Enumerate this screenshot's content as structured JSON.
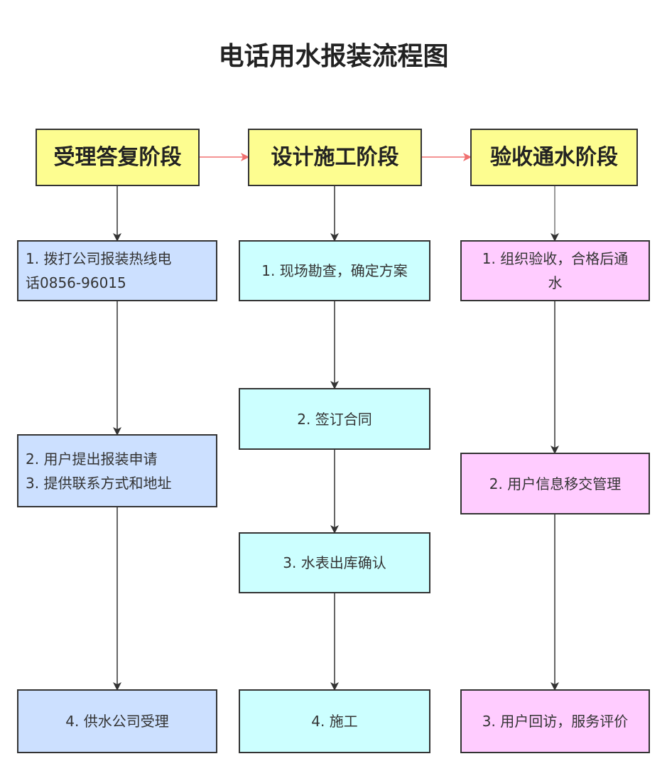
{
  "title": "电话用水报装流程图",
  "colors": {
    "header_fill": "#fdfd90",
    "col1_fill": "#cce0ff",
    "col2_fill": "#ccffff",
    "col3_fill": "#ffccff",
    "stage_arrow": "#f07070",
    "step_arrow": "#333333"
  },
  "stages": [
    {
      "header": "受理答复阶段",
      "steps": [
        "1. 拨打公司报装热线电\n话0856-96015",
        "2. 用户提出报装申请\n3. 提供联系方式和地址",
        "4. 供水公司受理"
      ]
    },
    {
      "header": "设计施工阶段",
      "steps": [
        "1. 现场勘查，确定方案",
        "2. 签订合同",
        "3. 水表出库确认",
        "4. 施工"
      ]
    },
    {
      "header": "验收通水阶段",
      "steps": [
        "1. 组织验收，合格后通\n水",
        "2. 用户信息移交管理",
        "3. 用户回访，服务评价"
      ]
    }
  ]
}
